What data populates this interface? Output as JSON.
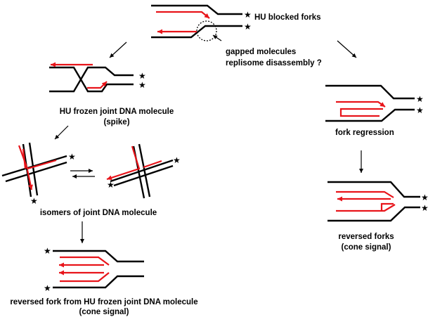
{
  "labels": {
    "hu_blocked_forks": "HU blocked forks",
    "gapped_line1": "gapped molecules",
    "gapped_line2": "replisome disassembly ?",
    "hu_frozen_line1": "HU frozen joint DNA molecule",
    "hu_frozen_line2": "(spike)",
    "fork_regression": "fork regression",
    "isomers": "isomers of joint DNA molecule",
    "reversed_forks_line1": "reversed forks",
    "reversed_forks_line2": "(cone signal)",
    "reversed_from_frozen_line1": "reversed fork from HU frozen joint DNA molecule",
    "reversed_from_frozen_line2": "(cone signal)"
  },
  "marks": {
    "star": "★"
  },
  "colors": {
    "dna": "#000000",
    "nascent": "#e8141a"
  }
}
